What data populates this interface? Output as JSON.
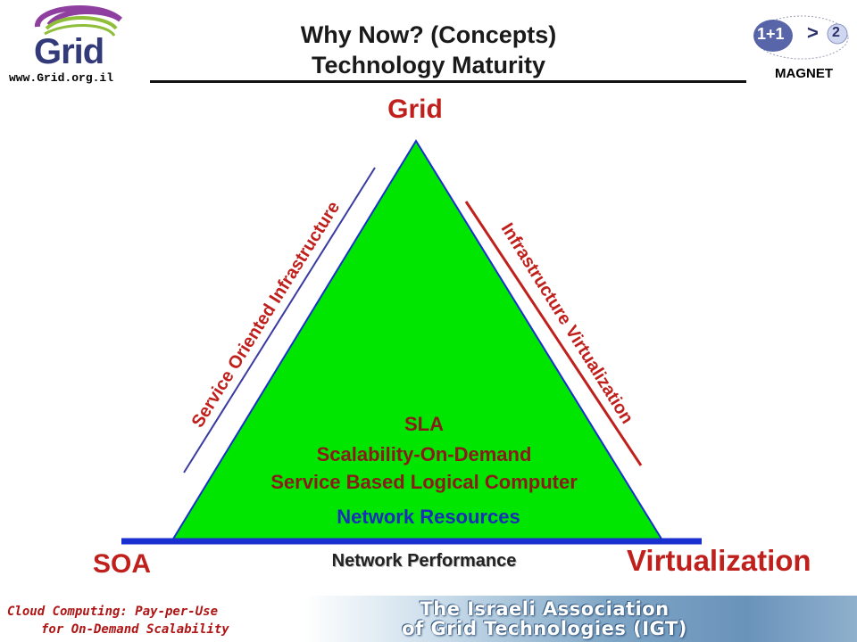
{
  "header": {
    "title_line1": "Why Now? (Concepts)",
    "title_line2": "Technology Maturity",
    "url": "www.Grid.org.il",
    "logo_text": "Grid",
    "magnet_label": "MAGNET",
    "magnet_formula": "1+1",
    "magnet_gt": ">",
    "magnet_two": "2"
  },
  "diagram": {
    "vertex_top": "Grid",
    "vertex_left": "SOA",
    "vertex_right": "Virtualization",
    "edge_left": "Service Oriented Infrastructure",
    "edge_right": "Infrastructure Virtualization",
    "center_lines": [
      "SLA",
      "Scalability-On-Demand",
      "Service Based Logical Computer"
    ],
    "network_resources": "Network Resources",
    "network_performance": "Network Performance",
    "colors": {
      "triangle_fill": "#00e600",
      "vertex_text": "#c0201c",
      "center_text": "#8b1a1a",
      "network_line": "#1a2fd0",
      "network_text": "#1a2fb8"
    }
  },
  "footer": {
    "left_line1": "Cloud Computing: Pay-per-Use",
    "left_line2": "for On-Demand Scalability",
    "banner_line1": "The Israeli Association",
    "banner_line2": "of Grid Technologies (IGT)"
  }
}
